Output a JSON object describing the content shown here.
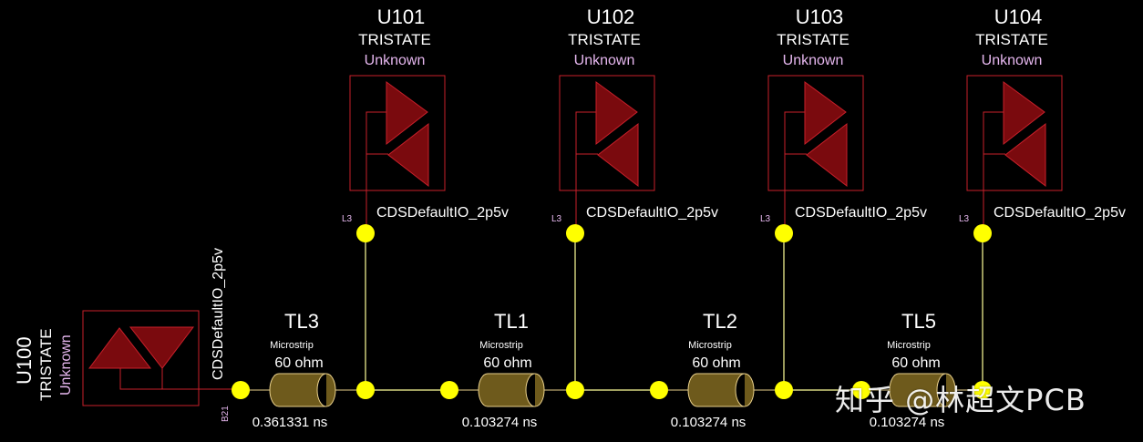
{
  "colors": {
    "background": "#000000",
    "component_outline": "#c8202a",
    "buffer_fill": "#7a0a0e",
    "node": "#ffff00",
    "net_line": "#ffff99",
    "tline_fill": "#6e5a1c",
    "tline_outline": "#e8cf8a",
    "state_text": "#e6b7ef"
  },
  "driver": {
    "refdes": "U100",
    "model": "TRISTATE",
    "state": "Unknown",
    "io_model": "CDSDefaultIO_2p5v",
    "pin": "B21"
  },
  "receivers": [
    {
      "refdes": "U101",
      "model": "TRISTATE",
      "state": "Unknown",
      "io_model": "CDSDefaultIO_2p5v",
      "pin": "L3"
    },
    {
      "refdes": "U102",
      "model": "TRISTATE",
      "state": "Unknown",
      "io_model": "CDSDefaultIO_2p5v",
      "pin": "L3"
    },
    {
      "refdes": "U103",
      "model": "TRISTATE",
      "state": "Unknown",
      "io_model": "CDSDefaultIO_2p5v",
      "pin": "L3"
    },
    {
      "refdes": "U104",
      "model": "TRISTATE",
      "state": "Unknown",
      "io_model": "CDSDefaultIO_2p5v",
      "pin": "L3"
    }
  ],
  "transmission_lines": [
    {
      "name": "TL3",
      "type": "Microstrip",
      "impedance": "60 ohm",
      "delay": "0.361331 ns"
    },
    {
      "name": "TL1",
      "type": "Microstrip",
      "impedance": "60 ohm",
      "delay": "0.103274 ns"
    },
    {
      "name": "TL2",
      "type": "Microstrip",
      "impedance": "60 ohm",
      "delay": "0.103274 ns"
    },
    {
      "name": "TL5",
      "type": "Microstrip",
      "impedance": "60 ohm",
      "delay": "0.103274 ns"
    }
  ],
  "watermark": "知乎 @林超文PCB"
}
